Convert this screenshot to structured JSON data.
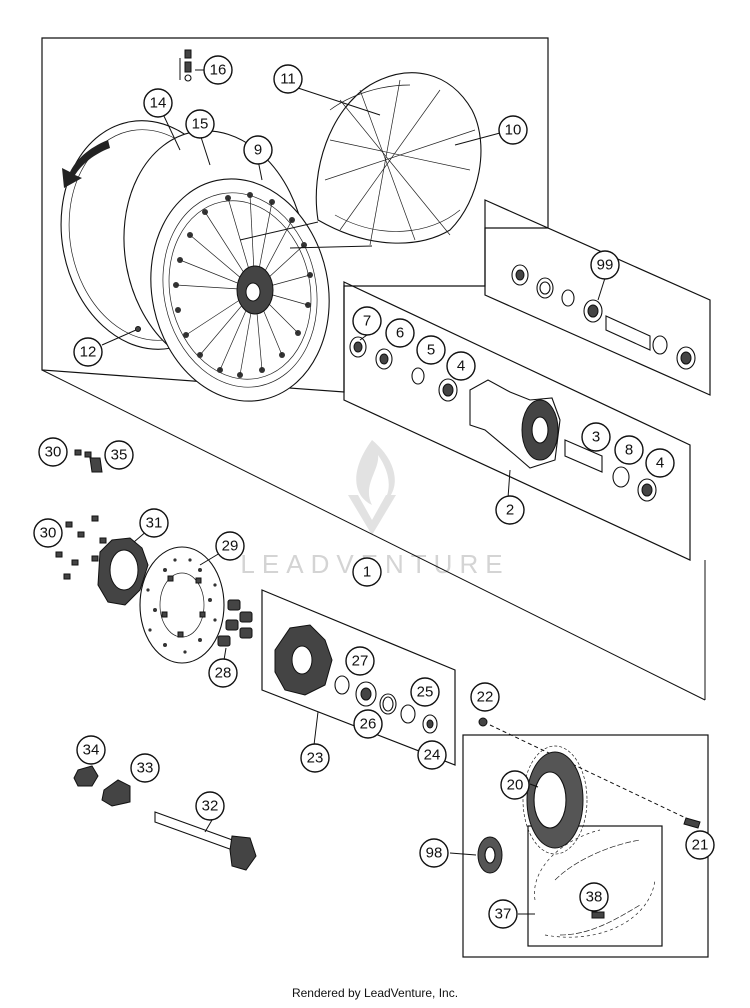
{
  "watermark": {
    "brand": "LEADVENTURE"
  },
  "footer": {
    "text": "Rendered by LeadVenture, Inc."
  },
  "callouts": {
    "c1": "1",
    "c2": "2",
    "c3": "3",
    "c4a": "4",
    "c4b": "4",
    "c5": "5",
    "c6": "6",
    "c7": "7",
    "c8": "8",
    "c9": "9",
    "c10": "10",
    "c11": "11",
    "c12": "12",
    "c14": "14",
    "c15": "15",
    "c16": "16",
    "c20": "20",
    "c21": "21",
    "c22": "22",
    "c23": "23",
    "c24": "24",
    "c25": "25",
    "c26": "26",
    "c27": "27",
    "c28": "28",
    "c29": "29",
    "c30a": "30",
    "c30b": "30",
    "c31": "31",
    "c32": "32",
    "c33": "33",
    "c34": "34",
    "c35": "35",
    "c37": "37",
    "c38": "38",
    "c98": "98",
    "c99": "99"
  }
}
